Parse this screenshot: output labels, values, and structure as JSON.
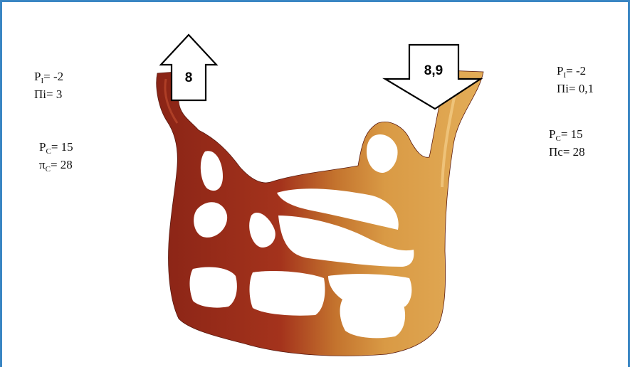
{
  "labels": {
    "left": {
      "p_i": {
        "symbol": "P",
        "sub": "I",
        "text": "= -2"
      },
      "osmotic_i": {
        "text": "Πi= 3"
      },
      "p_c": {
        "symbol": "P",
        "sub": "C",
        "text": "= 15"
      },
      "osmotic_c": {
        "symbol": "π",
        "sub": "C",
        "text": "= 28"
      }
    },
    "right": {
      "p_i": {
        "symbol": "P",
        "sub": "I",
        "text": "= -2"
      },
      "osmotic_i": {
        "text": "Πi= 0,1"
      },
      "p_c": {
        "symbol": "P",
        "sub": "C",
        "text": "= 15"
      },
      "osmotic_c": {
        "text": "Πc= 28"
      }
    }
  },
  "arrows": {
    "outflow": {
      "value": "8",
      "direction": "up"
    },
    "inflow": {
      "value": "8,9",
      "direction": "down"
    }
  },
  "colors": {
    "arteriole": "#8e2a1a",
    "venule": "#dba04a",
    "frame": "#3a86c3"
  }
}
